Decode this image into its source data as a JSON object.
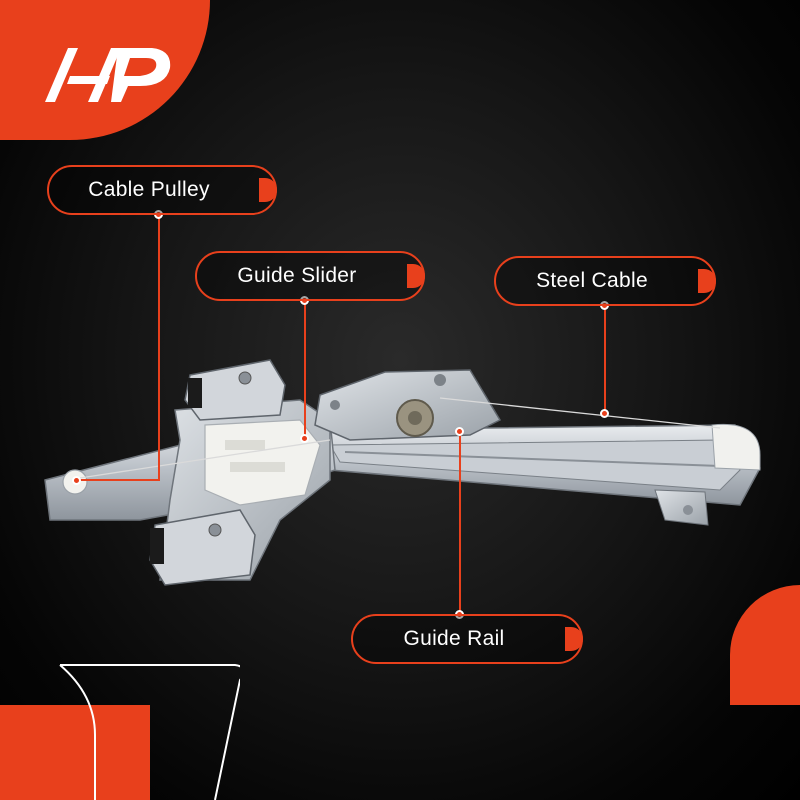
{
  "brand": {
    "logo_icon": "a-premium-logo",
    "accent_color": "#e8401c"
  },
  "callouts": {
    "cable_pulley": "Cable Pulley",
    "guide_slider": "Guide Slider",
    "steel_cable": "Steel Cable",
    "guide_rail": "Guide Rail"
  },
  "product": {
    "icon": "window-regulator-icon"
  }
}
